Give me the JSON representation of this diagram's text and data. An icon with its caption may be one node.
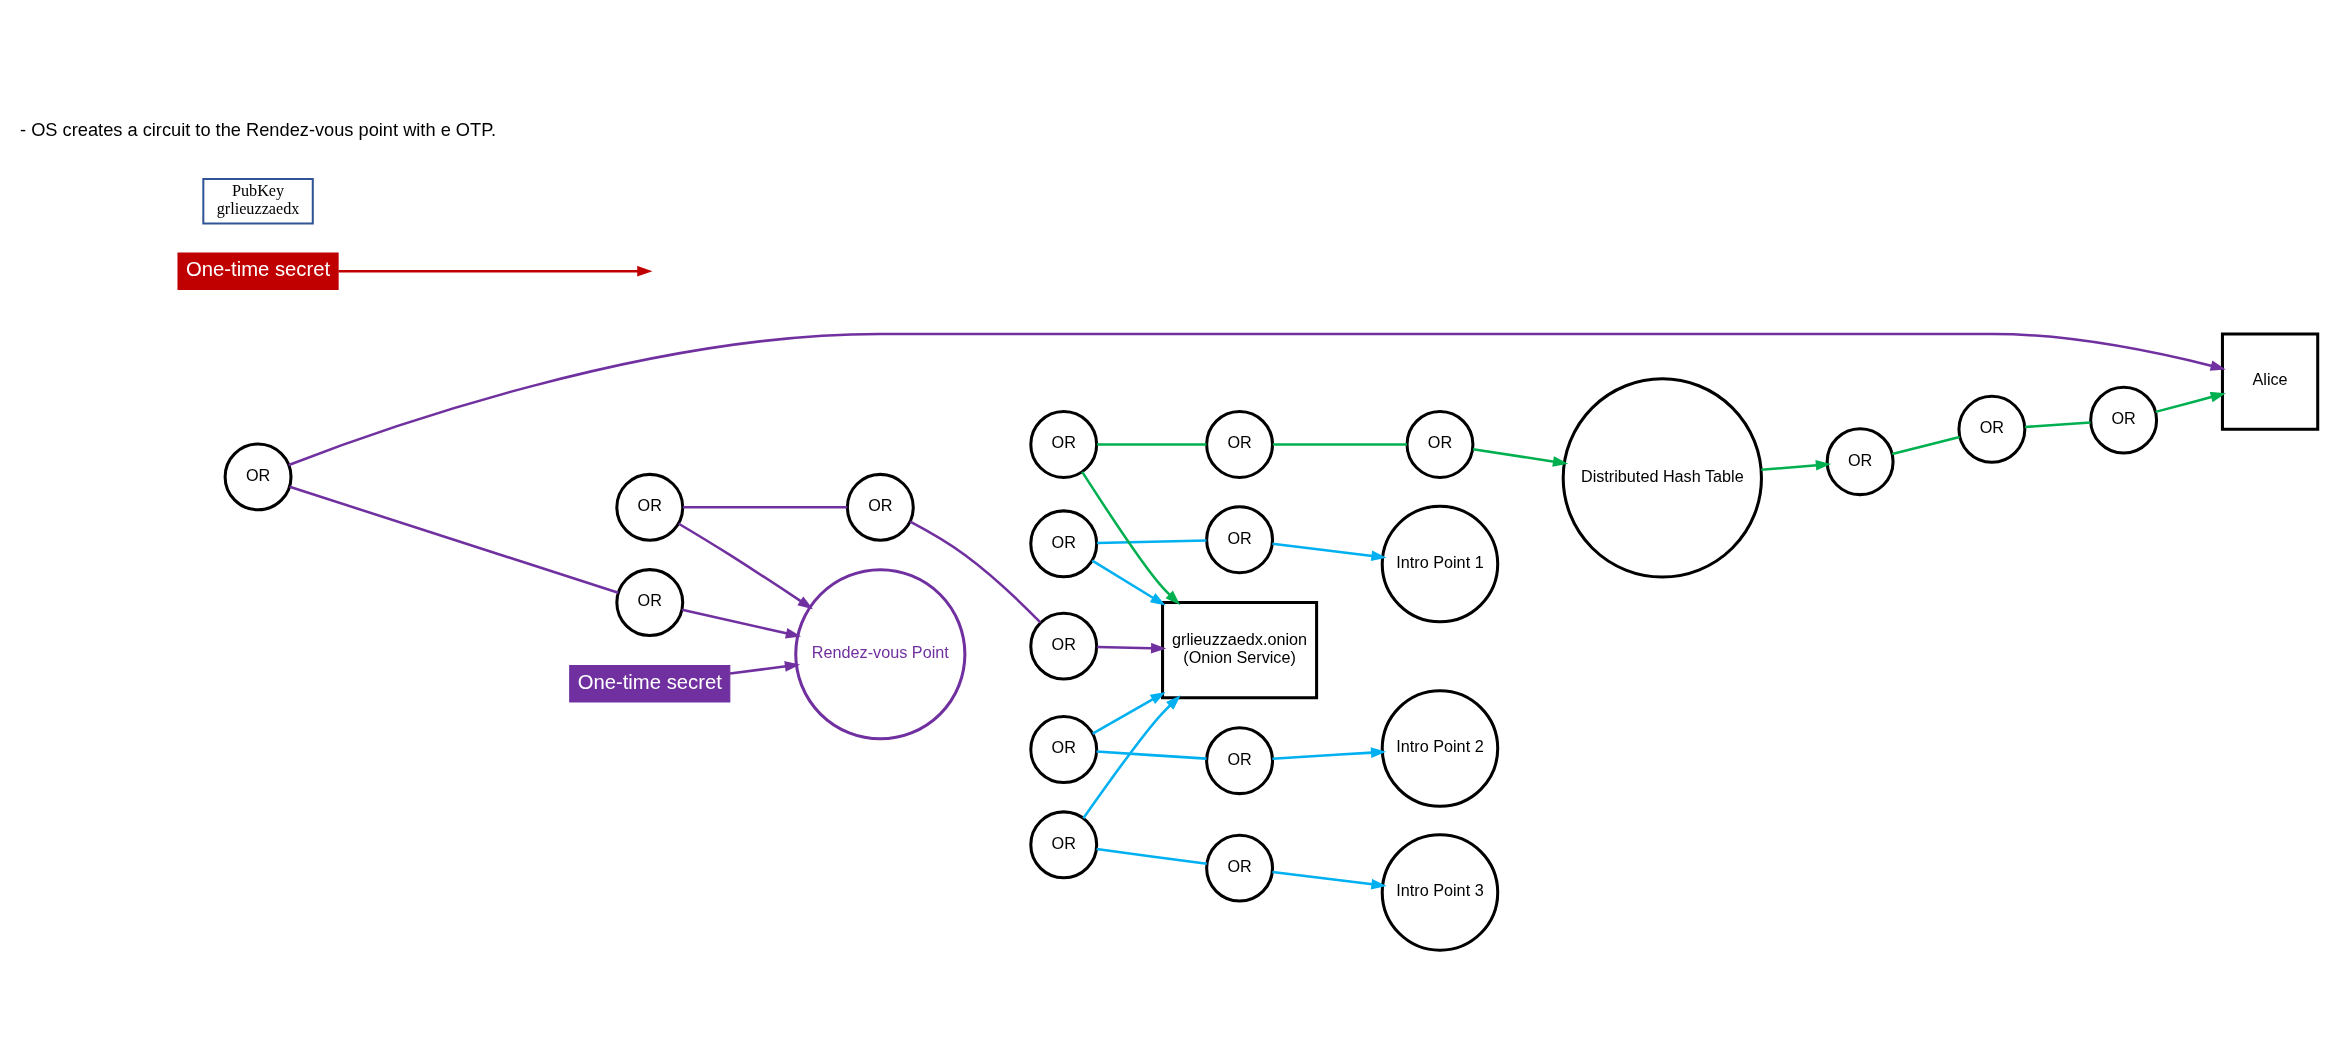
{
  "diagram": {
    "nodes": [
      {
        "text": [
          "Alice"
        ]
      },
      {
        "text": [
          "grlieuzzaedx.onion",
          "(Onion Service)"
        ]
      },
      {
        "text": [
          "Intro Point 1"
        ]
      },
      {
        "text": [
          "Intro Point 2"
        ]
      },
      {
        "text": [
          "Intro Point 3"
        ]
      },
      {
        "text": [
          "OR"
        ]
      },
      {
        "text": [
          "OR"
        ]
      },
      {
        "text": [
          "OR"
        ]
      },
      {
        "text": [
          "OR"
        ]
      },
      {
        "text": [
          "OR"
        ]
      },
      {
        "text": [
          "OR"
        ]
      },
      {
        "text": [
          "OR"
        ]
      },
      {
        "text": [
          "OR"
        ]
      },
      {
        "text": [
          "OR"
        ]
      },
      {
        "text": [
          "Distributed Hash Table"
        ]
      },
      {
        "text": [
          "OR"
        ]
      },
      {
        "text": [
          "OR"
        ]
      },
      {
        "text": [
          "OR"
        ]
      },
      {
        "text": [
          "OR"
        ]
      },
      {
        "text": [
          "OR"
        ]
      },
      {
        "text": [
          "Rendez-vous Point"
        ]
      },
      {
        "text": [
          "OR"
        ]
      },
      {
        "text": [
          "OR"
        ]
      },
      {
        "text": [
          "OR"
        ]
      },
      {
        "text": [
          "One-time secret"
        ]
      },
      {
        "text": [
          "One-time secret"
        ]
      },
      {
        "text": [
          "PubKey",
          "grlieuzzaedx"
        ]
      }
    ],
    "edges": [
      {
        "from": 6,
        "to": 1,
        "arrow": "to",
        "color": "#00b0f0"
      },
      {
        "from": 6,
        "to": 5,
        "arrow": "none",
        "color": "#00b0f0"
      },
      {
        "from": 5,
        "to": 2,
        "arrow": "to",
        "color": "#00b0f0"
      },
      {
        "from": 8,
        "to": 1,
        "arrow": "to",
        "color": "#00b0f0"
      },
      {
        "from": 8,
        "to": 7,
        "arrow": "none",
        "color": "#00b0f0"
      },
      {
        "from": 7,
        "to": 3,
        "arrow": "to",
        "color": "#00b0f0"
      },
      {
        "from": 10,
        "to": 1,
        "arrow": "to",
        "color": "#00b0f0"
      },
      {
        "from": 10,
        "to": 9,
        "arrow": "none",
        "color": "#00b0f0"
      },
      {
        "from": 9,
        "to": 4,
        "arrow": "to",
        "color": "#00b0f0"
      },
      {
        "from": 17,
        "to": 1,
        "arrow": "to",
        "color": "#00b050"
      },
      {
        "from": 17,
        "to": 16,
        "arrow": "none",
        "color": "#00b050"
      },
      {
        "from": 16,
        "to": 15,
        "arrow": "none",
        "color": "#00b050"
      },
      {
        "from": 15,
        "to": 14,
        "arrow": "to",
        "color": "#00b050"
      },
      {
        "from": 14,
        "to": 13,
        "arrow": "to",
        "color": "#00b050"
      },
      {
        "from": 13,
        "to": 12,
        "arrow": "none",
        "color": "#00b050"
      },
      {
        "from": 12,
        "to": 11,
        "arrow": "none",
        "color": "#00b050"
      },
      {
        "from": 11,
        "to": 0,
        "arrow": "to",
        "color": "#00b050"
      },
      {
        "from": 18,
        "to": 0,
        "arrow": "to",
        "color": "#7030a0"
      },
      {
        "from": 18,
        "to": 19,
        "arrow": "none",
        "color": "#7030a0"
      },
      {
        "from": 19,
        "to": 20,
        "arrow": "to",
        "color": "#7030a0"
      },
      {
        "from": 21,
        "to": 20,
        "arrow": "to",
        "color": "#7030a0"
      },
      {
        "from": 21,
        "to": 22,
        "arrow": "none",
        "color": "#7030a0"
      },
      {
        "from": 22,
        "to": 23,
        "arrow": "none",
        "color": "#7030a0"
      },
      {
        "from": 23,
        "to": 1,
        "arrow": "to",
        "color": "#7030a0"
      },
      {
        "from": 24,
        "to": 20,
        "arrow": "to",
        "color": "#7030a0"
      },
      {
        "from": 25,
        "to": null,
        "arrow": "to",
        "color": "#c00000"
      }
    ],
    "labels": [
      "- OS creates a circuit to the Rendez-vous point with e OTP."
    ]
  }
}
